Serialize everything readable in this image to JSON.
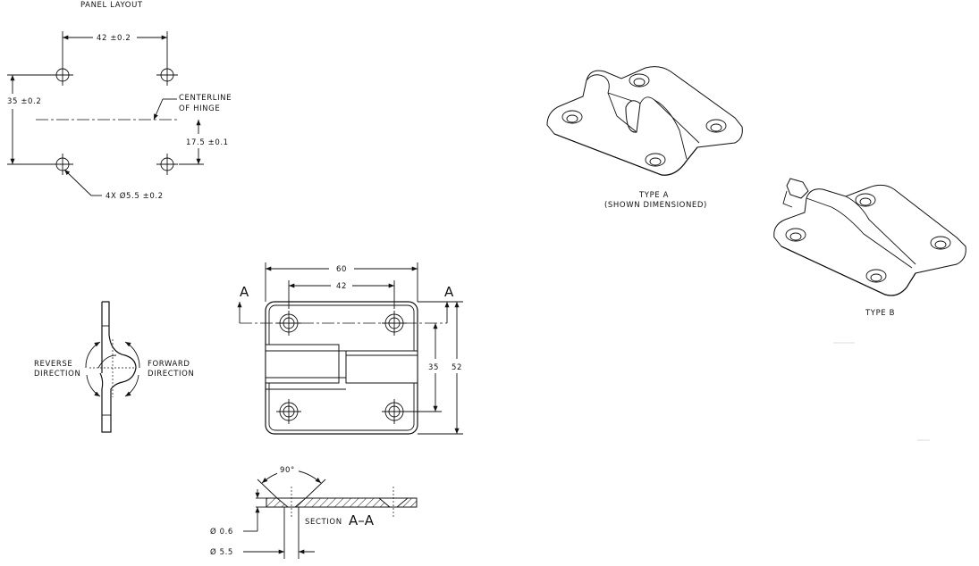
{
  "panel_layout": {
    "title": "PANEL LAYOUT",
    "dim_horizontal": "42 ±0.2",
    "dim_vertical": "35 ±0.2",
    "dim_center": "17.5 ±0.1",
    "centerline_label_1": "CENTERLINE",
    "centerline_label_2": "OF HINGE",
    "hole_note": "4X  Ø5.5 ±0.2"
  },
  "side_view": {
    "reverse_1": "REVERSE",
    "reverse_2": "DIRECTION",
    "forward_1": "FORWARD",
    "forward_2": "DIRECTION"
  },
  "front_view": {
    "dim_width": "60",
    "dim_hole_spacing": "42",
    "dim_hole_vertical": "35",
    "dim_height": "52",
    "section_mark_left": "A",
    "section_mark_right": "A"
  },
  "section_view": {
    "angle": "90°",
    "label_prefix": "SECTION",
    "label_letters": "A–A",
    "dim_thin": "Ø 0.6",
    "dim_hole": "Ø 5.5"
  },
  "iso_views": {
    "type_a_1": "TYPE A",
    "type_a_2": "(SHOWN DIMENSIONED)",
    "type_b": "TYPE B"
  }
}
